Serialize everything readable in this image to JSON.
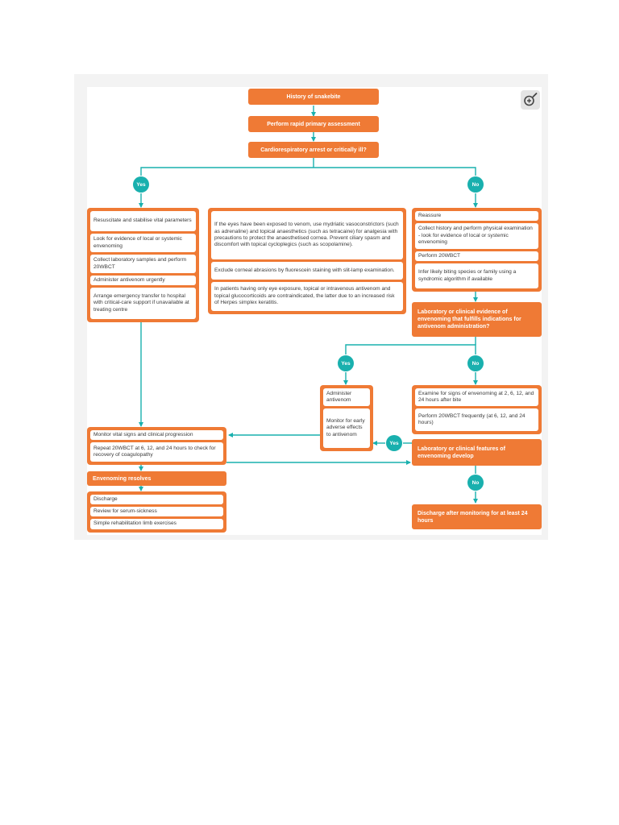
{
  "flowchart": {
    "history": "History of snakebite",
    "primary_assessment": "Perform rapid primary assessment",
    "arrest_question": "Cardiorespiratory arrest or critically ill?",
    "yes_1": "Yes",
    "no_1": "No",
    "left_panel": [
      "Resuscitate and stabilise vital parameters",
      "Look for evidence of local or systemic envenoming",
      "Collect laboratory samples and perform 20WBCT",
      "Administer antivenom urgently",
      "Arrange emergency transfer to hospital with critical-care support if unavailable at treating centre"
    ],
    "eye_panel": [
      "If the eyes have been exposed to venom, use mydriatic vasoconstrictors (such as adrenaline) and topical anaesthetics (such as tetracaine) for analgesia with precautions to protect the anaesthetised cornea. Prevent ciliary spasm and discomfort with topical cycloplegics (such as scopolamine).",
      "Exclude corneal abrasions by fluorescein staining with slit-lamp examination.",
      "In patients having only eye exposure, topical or intravenous antivenom and topical glucocorticoids are contraindicated, the latter due to an increased risk of Herpes simplex keratitis."
    ],
    "right_panel": [
      "Reassure",
      "Collect history and perform physical examination - look for evidence of local or systemic envenoming",
      "Perform 20WBCT",
      "Infer likely biting species or family using a syndromic algorithm if available"
    ],
    "evidence_question": "Laboratory or clinical evidence of envenoming that fulfills indications for antivenom administration?",
    "yes_2": "Yes",
    "no_2": "No",
    "antivenom_panel": [
      "Administer antivenom",
      "Monitor for early adverse effects to antivenom"
    ],
    "examine_panel": [
      "Examine for signs of envenoming at 2, 6, 12, and 24 hours after bite",
      "Perform 20WBCT frequently (at 6, 12, and 24 hours)"
    ],
    "monitor_panel": [
      "Monitor vital signs and clinical progression",
      "Repeat 20WBCT at 6, 12, and 24 hours to check for recovery of coagulopathy"
    ],
    "features_question": "Laboratory or clinical features of envenoming develop",
    "yes_3": "Yes",
    "no_3": "No",
    "resolves": "Envenoming resolves",
    "discharge_panel": [
      "Discharge",
      "Review for serum-sickness",
      "Simple rehabilitation limb exercises"
    ],
    "discharge_monitoring": "Discharge after monitoring for at least 24 hours"
  },
  "colors": {
    "orange": "#ef7a35",
    "teal": "#19b0ae"
  },
  "icons": {
    "zoom": "zoom-in-icon"
  }
}
